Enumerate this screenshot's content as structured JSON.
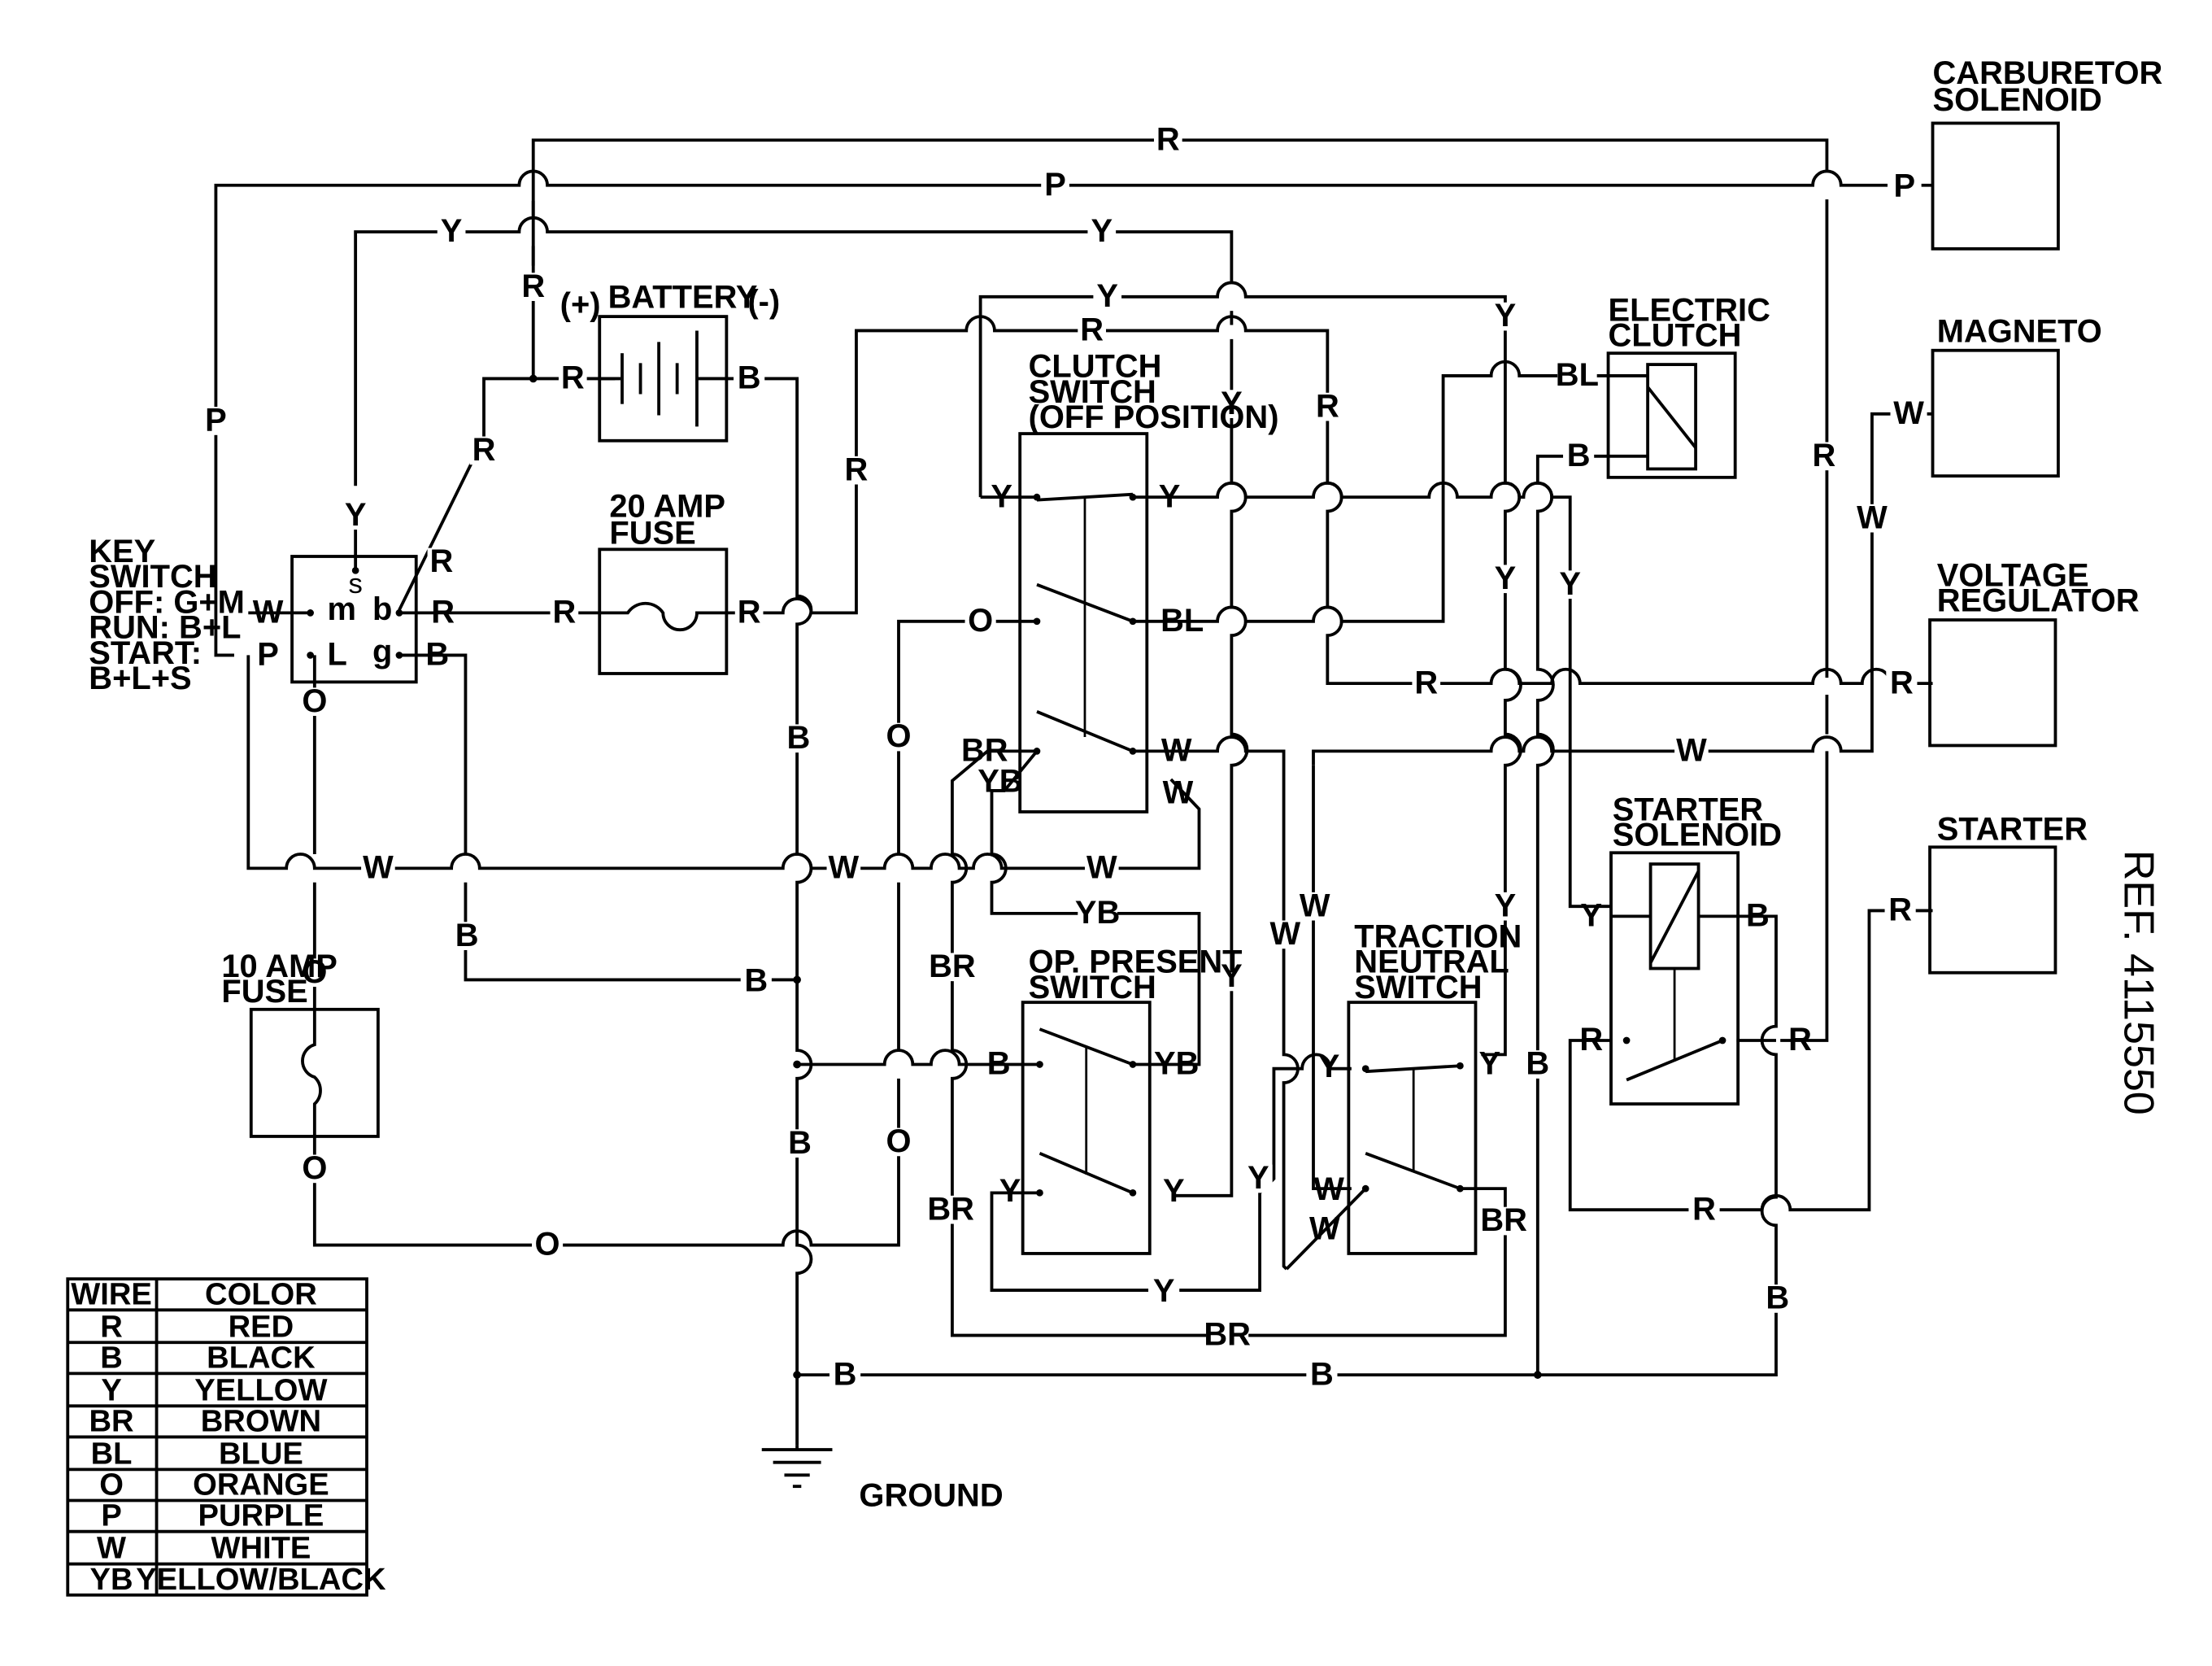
{
  "components": {
    "carburetor_solenoid": [
      "CARBURETOR",
      "SOLENOID"
    ],
    "magneto": "MAGNETO",
    "voltage_regulator": [
      "VOLTAGE",
      "REGULATOR"
    ],
    "starter": "STARTER",
    "electric_clutch": [
      "ELECTRIC",
      "CLUTCH"
    ],
    "battery": "BATTERY",
    "battery_pos": "(+)",
    "battery_neg": "(-)",
    "fuse_20": [
      "20 AMP",
      "FUSE"
    ],
    "fuse_10": [
      "10 AMP",
      "FUSE"
    ],
    "clutch_switch": [
      "CLUTCH",
      "SWITCH",
      "(OFF POSITION)"
    ],
    "op_present_switch": [
      "OP. PRESENT",
      "SWITCH"
    ],
    "traction_neutral_switch": [
      "TRACTION",
      "NEUTRAL",
      "SWITCH"
    ],
    "starter_solenoid": [
      "STARTER",
      "SOLENOID"
    ],
    "key_switch": [
      "KEY",
      "SWITCH",
      "OFF: G+M",
      "RUN: B+L",
      "START:",
      "B+L+S"
    ],
    "key_switch_terminals": {
      "s": "s",
      "m": "m",
      "b": "b",
      "l": "l",
      "g": "g"
    },
    "ground": "GROUND",
    "reference": "REF. 4115550"
  },
  "legend": {
    "header": [
      "WIRE",
      "COLOR"
    ],
    "rows": [
      [
        "R",
        "RED"
      ],
      [
        "B",
        "BLACK"
      ],
      [
        "Y",
        "YELLOW"
      ],
      [
        "BR",
        "BROWN"
      ],
      [
        "BL",
        "BLUE"
      ],
      [
        "O",
        "ORANGE"
      ],
      [
        "P",
        "PURPLE"
      ],
      [
        "W",
        "WHITE"
      ],
      [
        "YB",
        "YELLOW/BLACK"
      ]
    ]
  },
  "wire_labels": {
    "R": "R",
    "P": "P",
    "Y": "Y",
    "B": "B",
    "W": "W",
    "O": "O",
    "BL": "BL",
    "BR": "BR",
    "YB": "YB"
  }
}
